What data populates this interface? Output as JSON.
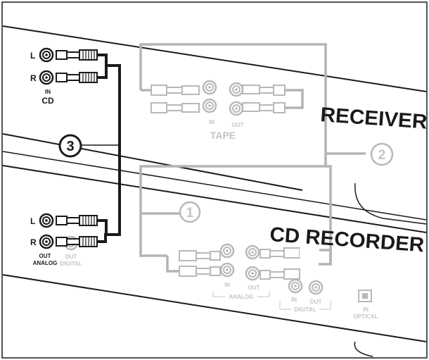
{
  "receiver": {
    "brand": "RECEIVER",
    "tape_label": "TAPE",
    "tape_in": "IN",
    "tape_out": "OUT"
  },
  "recorder": {
    "brand": "CD RECORDER",
    "digital_label": "DIGITAL",
    "analog_label": "ANALOG",
    "analog_in": "IN",
    "analog_out": "OUT",
    "digital_in": "IN",
    "digital_out": "OUT",
    "optical_in": "IN",
    "optical_label": "OPTICAL",
    "out_label": "OUT",
    "out_analog_label": "ANALOG",
    "out_digital_label": "DIGITAL"
  },
  "cd_input": {
    "left": "L",
    "right": "R",
    "in_label": "IN",
    "name": "CD"
  },
  "cd_output": {
    "left": "L",
    "right": "R"
  },
  "callouts": {
    "one": "1",
    "two": "2",
    "three": "3"
  },
  "colors": {
    "line": "#1a1a1a",
    "gray_cable": "#b4b4b4",
    "gray_text": "#c4c4c4"
  }
}
